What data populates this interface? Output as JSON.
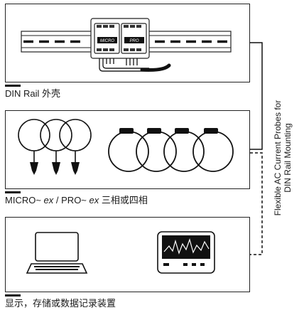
{
  "sections": {
    "din_rail": {
      "caption": "DIN Rail 外壳",
      "brand_left": "MICRO",
      "brand_right": "PRO"
    },
    "probes": {
      "caption_micro": "MICRO~",
      "caption_ex1": "ex",
      "caption_mid": "/ PRO~",
      "caption_ex2": "ex",
      "caption_tail": "三相或四相"
    },
    "display": {
      "caption": "显示，存储或数据记录装置"
    }
  },
  "side_label": {
    "line1": "Flexible AC Current Probes for",
    "line2": "DIN Rail Mounting"
  },
  "colors": {
    "ink": "#1a1a1a",
    "frame": "#222222"
  }
}
